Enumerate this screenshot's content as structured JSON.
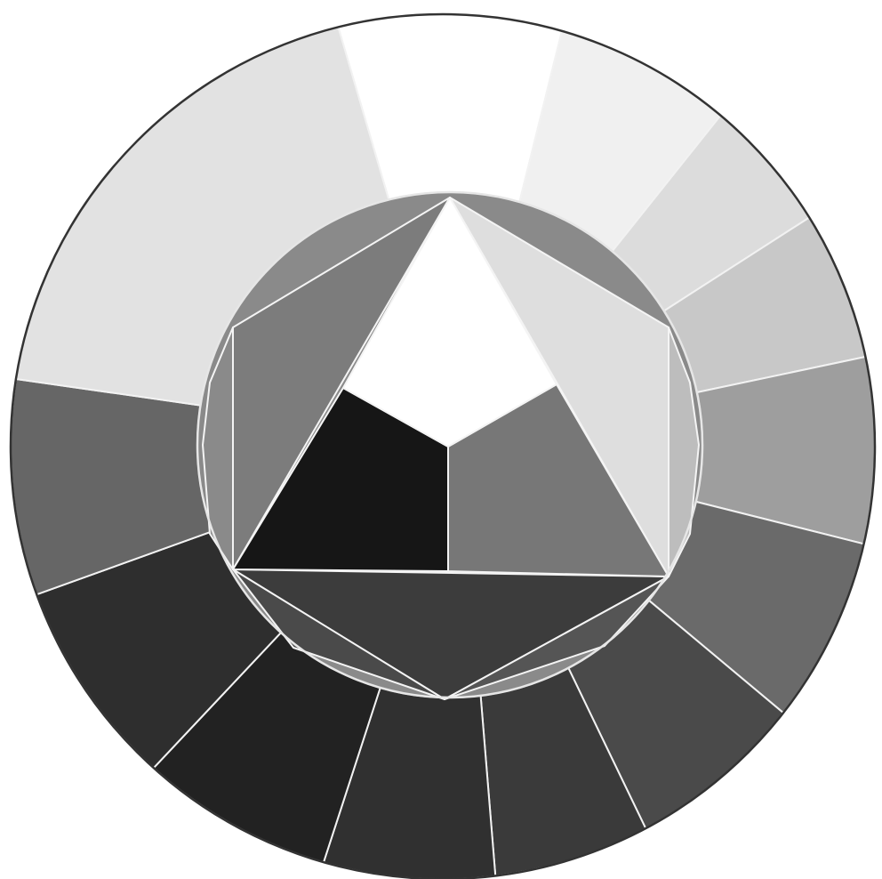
{
  "wheel": {
    "ring_segments": [
      {
        "name": "ring-segment-top",
        "color": "#ffffff"
      },
      {
        "name": "ring-segment-top-right-1",
        "color": "#f0f0f0"
      },
      {
        "name": "ring-segment-top-right-2",
        "color": "#dcdcdc"
      },
      {
        "name": "ring-segment-right-upper",
        "color": "#c8c8c8"
      },
      {
        "name": "ring-segment-right-lower",
        "color": "#9e9e9e"
      },
      {
        "name": "ring-segment-bottom-right-1",
        "color": "#6a6a6a"
      },
      {
        "name": "ring-segment-bottom-right-2",
        "color": "#4a4a4a"
      },
      {
        "name": "ring-segment-bottom",
        "color": "#3a3a3a"
      },
      {
        "name": "ring-segment-bottom-left-1",
        "color": "#303030"
      },
      {
        "name": "ring-segment-bottom-left-2",
        "color": "#222222"
      },
      {
        "name": "ring-segment-left",
        "color": "#2e2e2e"
      },
      {
        "name": "ring-segment-left-upper",
        "color": "#666666"
      },
      {
        "name": "ring-segment-top-left",
        "color": "#e2e2e2"
      }
    ],
    "center_facets": {
      "white_pentagon": "#ffffff",
      "upper_left_facet": "#7c7c7c",
      "upper_right_facet": "#dedede",
      "left_rim_piece": "#8a8a8a",
      "right_rim_piece": "#bdbdbd",
      "black_quad": "#161616",
      "grey_quad": "#777777",
      "bottom_band": "#3c3c3c",
      "bottom_left_sliver": "#4a4a4a",
      "bottom_right_sliver": "#555555"
    },
    "rim_color": "#333333"
  }
}
